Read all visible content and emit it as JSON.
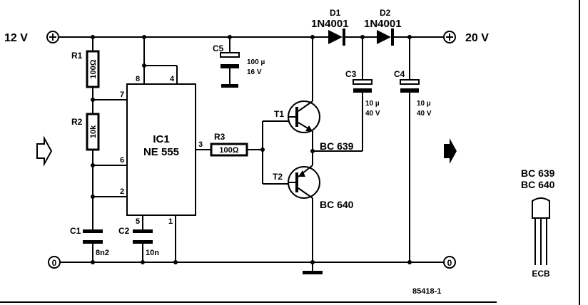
{
  "terminals": {
    "in_supply": "12 V",
    "out_supply": "20 V",
    "gnd_left": "0",
    "gnd_right": "0"
  },
  "components": {
    "r1": {
      "ref": "R1",
      "value": "100Ω"
    },
    "r2": {
      "ref": "R2",
      "value": "10k"
    },
    "r3": {
      "ref": "R3",
      "value": "100Ω"
    },
    "c1": {
      "ref": "C1",
      "value": "8n2"
    },
    "c2": {
      "ref": "C2",
      "value": "10n"
    },
    "c3": {
      "ref": "C3",
      "value_1": "10 µ",
      "value_2": "40 V"
    },
    "c4": {
      "ref": "C4",
      "value_1": "10 µ",
      "value_2": "40 V"
    },
    "c5": {
      "ref": "C5",
      "value_1": "100 µ",
      "value_2": "16 V"
    },
    "d1": {
      "ref": "D1",
      "part": "1N4001"
    },
    "d2": {
      "ref": "D2",
      "part": "1N4001"
    },
    "t1": {
      "ref": "T1",
      "part": "BC 639"
    },
    "t2": {
      "ref": "T2",
      "part": "BC 640"
    },
    "ic1": {
      "ref": "IC1",
      "part": "NE 555"
    }
  },
  "ic_pins": {
    "p8": "8",
    "p4": "4",
    "p7": "7",
    "p6": "6",
    "p2": "2",
    "p3": "3",
    "p5": "5",
    "p1": "1"
  },
  "package": {
    "line_1": "BC 639",
    "line_2": "BC 640",
    "pinout": "ECB"
  },
  "figure_id": "85418-1"
}
